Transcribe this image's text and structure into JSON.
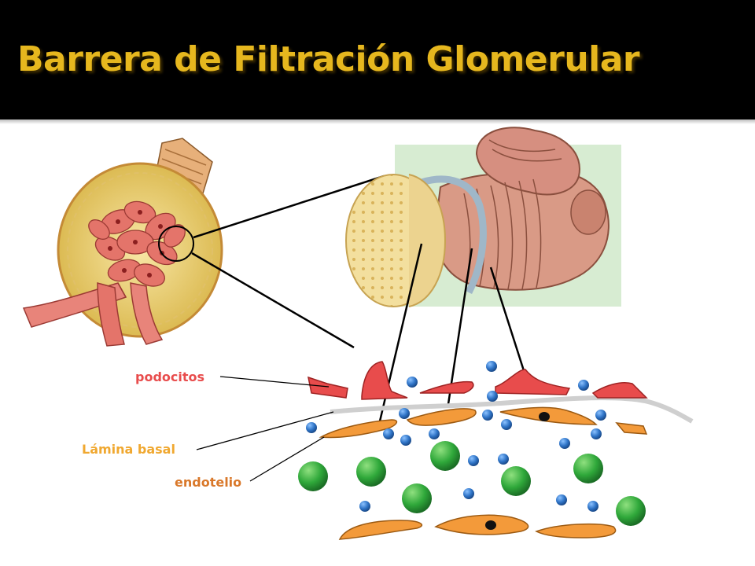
{
  "slide": {
    "title": "Barrera de Filtración Glomerular"
  },
  "labels": {
    "podocitos": "podocitos",
    "lamina_basal": "Lámina basal",
    "endotelio": "endotelio"
  },
  "colors": {
    "title": "#e6b71e",
    "background_bar": "#000000",
    "podocyte": "#e84c4c",
    "basal_lamina": "#cfcfcf",
    "endothelium": "#f39a3a",
    "small_molecule": "#2f74c7",
    "large_molecule": "#2fa83a",
    "lamina_label": "#f0a830",
    "endothelium_label": "#d9782a"
  }
}
